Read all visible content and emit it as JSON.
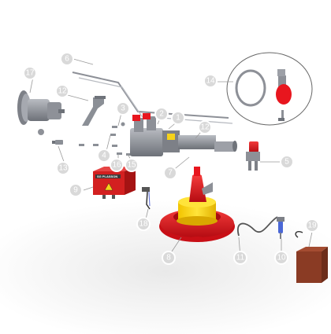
{
  "diagram": {
    "callouts": [
      "1",
      "2",
      "3",
      "4",
      "5",
      "6",
      "7",
      "8",
      "9",
      "10",
      "11",
      "12",
      "13",
      "14",
      "15",
      "16",
      "17",
      "18",
      "19"
    ],
    "controller_brand": "SG PLASSON",
    "colors": {
      "feeder_red": "#e8161e",
      "feeder_yellow": "#f6d21a",
      "controller_red": "#d32020",
      "callout_grey": "#d9d9d9",
      "metal": "#8b8f96"
    }
  }
}
